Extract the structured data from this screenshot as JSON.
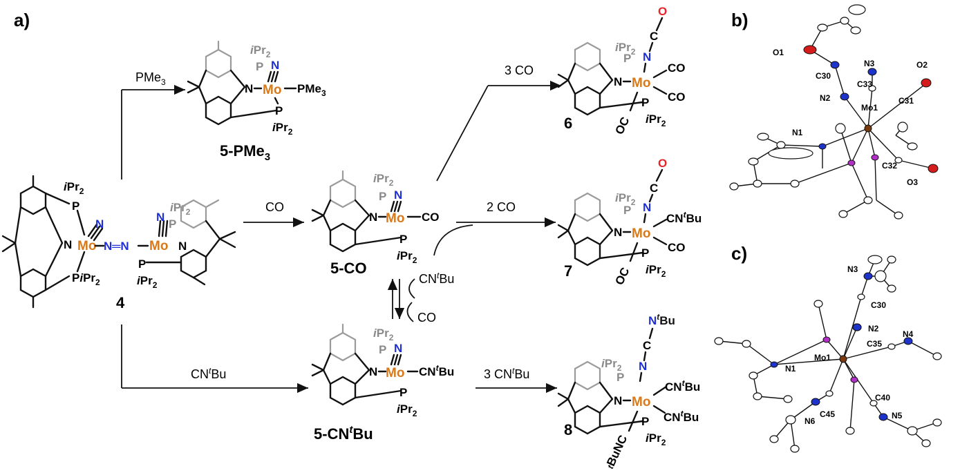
{
  "panels": {
    "a": "a)",
    "b": "b)",
    "c": "c)"
  },
  "reagents": {
    "pme3": "PMe",
    "pme3_sub": "3",
    "co": "CO",
    "three_co": "3 CO",
    "two_co": "2 CO",
    "cnt_bu_right": "CN",
    "cnt_bu_right_sup": "t",
    "cnt_bu_right_tail": "Bu",
    "co_back": "CO",
    "cnt_bu_bottom": "CN",
    "cnt_bu_bottom_sup": "t",
    "cnt_bu_bottom_tail": "Bu",
    "three_cnt_bu": "3 CN",
    "three_cnt_bu_sup": "t",
    "three_cnt_bu_tail": "Bu"
  },
  "compounds": {
    "c4": "4",
    "c5pme3_main": "5-PMe",
    "c5pme3_sub": "3",
    "c5co": "5-CO",
    "c5cnt_main": "5-CN",
    "c5cnt_sup": "t",
    "c5cnt_tail": "Bu",
    "c6": "6",
    "c7": "7",
    "c8": "8"
  },
  "atoms": {
    "mo": "Mo",
    "n": "N",
    "p": "P",
    "ipr_i": "i",
    "ipr": "Pr",
    "ipr_sub": "2",
    "co": "CO",
    "oc": "OC",
    "c": "C",
    "o": "O",
    "pme": "PMe",
    "pme_sub": "3",
    "cn": "CN",
    "t": "t",
    "bu": "Bu",
    "n2bridge": "N═N",
    "tbunc": "BuNC"
  },
  "ortep_b": [
    "O1",
    "N3",
    "O2",
    "C30",
    "C33",
    "N2",
    "Mo1",
    "C31",
    "N1",
    "C32",
    "O3"
  ],
  "ortep_c": [
    "N3",
    "C30",
    "N2",
    "N4",
    "C35",
    "Mo1",
    "N1",
    "C40",
    "C45",
    "N5",
    "N6"
  ]
}
